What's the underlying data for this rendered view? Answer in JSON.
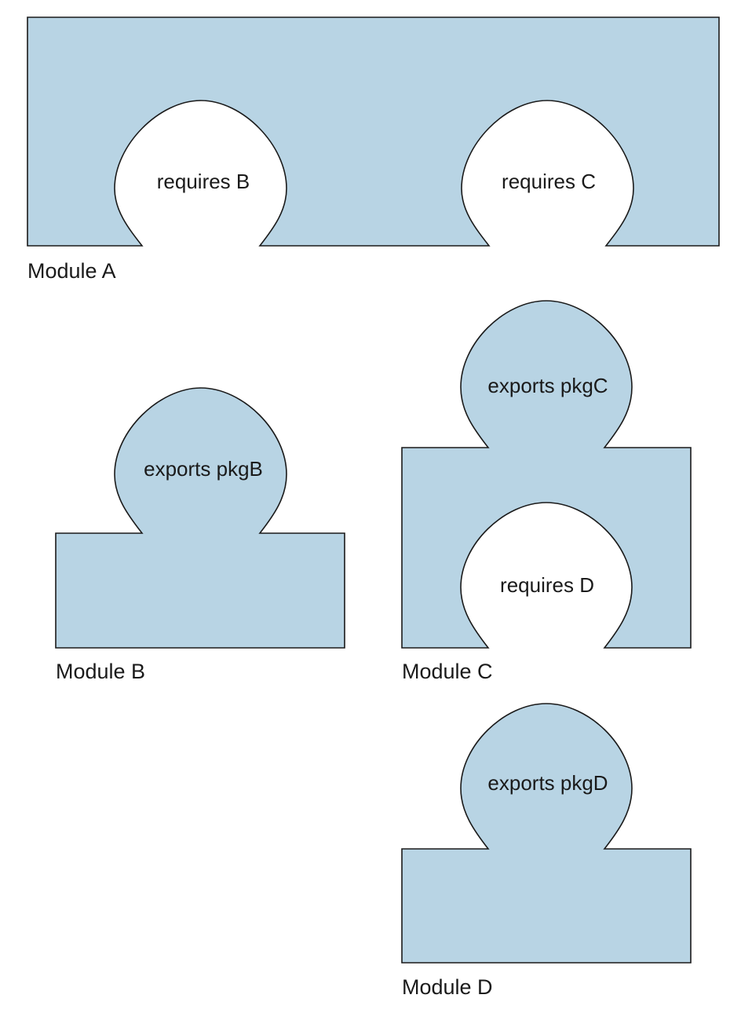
{
  "modules": [
    {
      "id": "A",
      "label": "Module A",
      "requires": [
        "requires B",
        "requires C"
      ],
      "exports": []
    },
    {
      "id": "B",
      "label": "Module B",
      "requires": [],
      "exports": [
        "exports pkgB"
      ]
    },
    {
      "id": "C",
      "label": "Module C",
      "requires": [
        "requires D"
      ],
      "exports": [
        "exports pkgC"
      ]
    },
    {
      "id": "D",
      "label": "Module D",
      "requires": [],
      "exports": [
        "exports pkgD"
      ]
    }
  ],
  "colors": {
    "module_fill": "#b8d4e4",
    "outline": "#1a1a1a",
    "background": "#ffffff"
  }
}
